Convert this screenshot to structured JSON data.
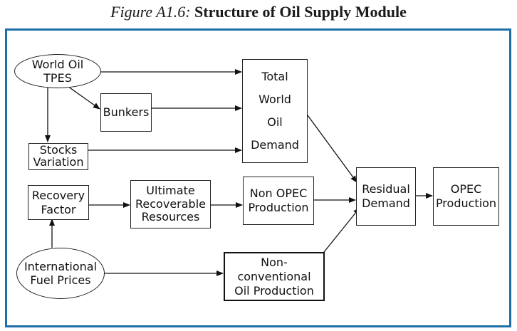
{
  "figure": {
    "label": "Figure A1.6:",
    "title": "Structure of Oil Supply Module"
  },
  "nodes": {
    "world_oil_tpes": [
      "World Oil",
      "TPES"
    ],
    "bunkers": [
      "Bunkers"
    ],
    "stocks_variation": [
      "Stocks",
      "Variation"
    ],
    "total_world_oil_demand": [
      "Total",
      "World",
      "Oil",
      "Demand"
    ],
    "recovery_factor": [
      "Recovery",
      "Factor"
    ],
    "ultimate_recoverable_resources": [
      "Ultimate",
      "Recoverable",
      "Resources"
    ],
    "non_opec_production": [
      "Non OPEC",
      "Production"
    ],
    "residual_demand": [
      "Residual",
      "Demand"
    ],
    "opec_production": [
      "OPEC",
      "Production"
    ],
    "international_fuel_prices": [
      "International",
      "Fuel Prices"
    ],
    "non_conventional_oil_production": [
      "Non-conventional",
      "Oil Production"
    ]
  },
  "colors": {
    "frame": "#1c6fa8",
    "stroke": "#222222"
  }
}
